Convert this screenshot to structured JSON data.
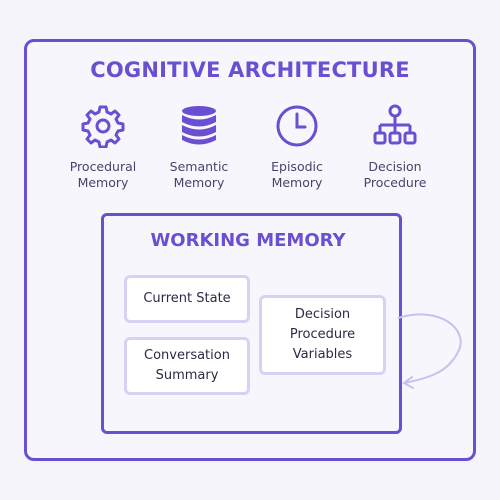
{
  "diagram": {
    "title": "COGNITIVE ARCHITECTURE",
    "components": [
      {
        "icon": "gear-icon",
        "line1": "Procedural",
        "line2": "Memory"
      },
      {
        "icon": "database-icon",
        "line1": "Semantic",
        "line2": "Memory"
      },
      {
        "icon": "clock-icon",
        "line1": "Episodic",
        "line2": "Memory"
      },
      {
        "icon": "hierarchy-icon",
        "line1": "Decision",
        "line2": "Procedure"
      }
    ],
    "working_memory": {
      "title": "WORKING MEMORY",
      "current_state": "Current State",
      "conversation_summary": [
        "Conversation",
        "Summary"
      ],
      "decision_variables": [
        "Decision",
        "Procedure",
        "Variables"
      ]
    },
    "colors": {
      "accent": "#6a4fd1",
      "box_border": "#d9d1f3",
      "background": "#f6f4fb",
      "arrow": "#c9bff0"
    }
  }
}
